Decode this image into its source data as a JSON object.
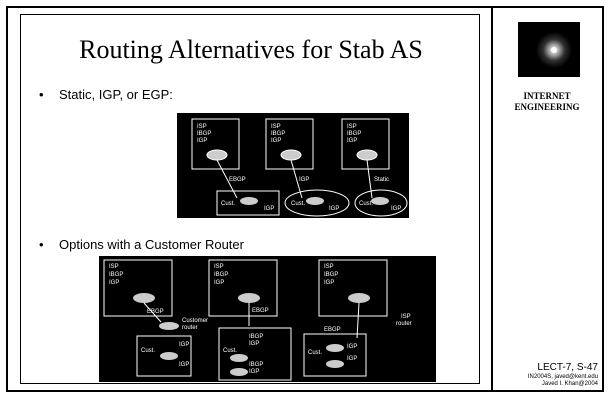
{
  "slide": {
    "title": "Routing Alternatives for Stab AS",
    "bullet_char": "•",
    "bullet1": "Static, IGP, or EGP:",
    "bullet2": "Options with a Customer Router"
  },
  "diagram1": {
    "isp_blocks": [
      {
        "l1": "ISP",
        "l2": "IBGP",
        "l3": "IGP"
      },
      {
        "l1": "ISP",
        "l2": "IBGP",
        "l3": "IGP"
      },
      {
        "l1": "ISP",
        "l2": "IBGP",
        "l3": "IGP"
      }
    ],
    "link_labels": [
      "EBGP",
      "IGP",
      "Static"
    ],
    "cust_blocks": [
      {
        "cust": "Cust.",
        "igp": "IGP"
      },
      {
        "cust": "Cust.",
        "igp": "IGP"
      },
      {
        "cust": "Cust.",
        "igp": "IGP"
      }
    ]
  },
  "diagram2": {
    "isp_blocks": [
      {
        "l1": "ISP",
        "l2": "IBGP",
        "l3": "IGP"
      },
      {
        "l1": "ISP",
        "l2": "IBGP",
        "l3": "IGP"
      },
      {
        "l1": "ISP",
        "l2": "IBGP",
        "l3": "IGP"
      }
    ],
    "customer_router_label": "Customer\nrouter",
    "isp_router_label": "ISP\nrouter",
    "ebgp_labels": [
      "EBGP",
      "EBGP",
      "EBGP"
    ],
    "cust_blocks": [
      {
        "cust": "Cust.",
        "igp1": "IGP",
        "igp2": "IGP"
      },
      {
        "cust": "Cust.",
        "igp1": "IBGP",
        "igp2": "IGP",
        "igp3": "IBGP",
        "igp4": "IGP"
      },
      {
        "cust": "Cust.",
        "igp1": "IGP",
        "igp2": "IGP"
      }
    ]
  },
  "sidebar": {
    "logo_line1": "INTERNET",
    "logo_line2": "ENGINEERING",
    "footer_line1": "LECT-7, S-47",
    "footer_line2": "IN2004S, javed@kent.edu",
    "footer_line3": "Javed I. Khan@2004"
  }
}
